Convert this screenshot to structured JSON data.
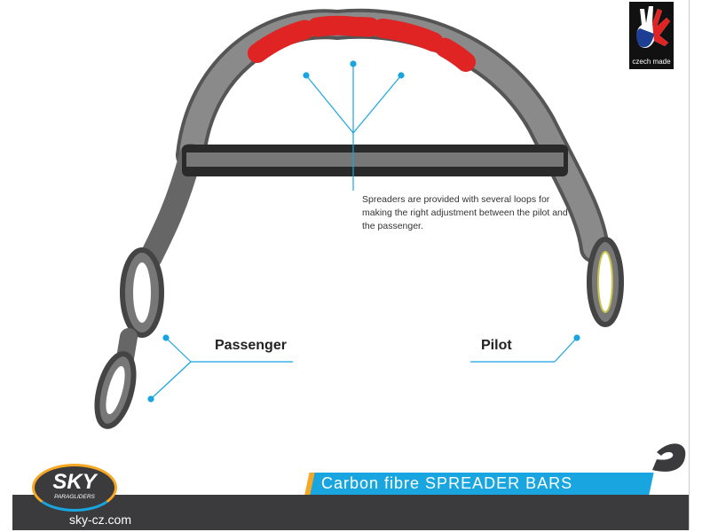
{
  "badge": {
    "text": "czech made"
  },
  "note": "Spreaders are provided with several loops for making the right adjustment between the pilot and the passenger.",
  "labels": {
    "passenger": "Passenger",
    "pilot": "Pilot"
  },
  "banner": {
    "title": "Carbon fibre SPREADER BARS"
  },
  "logo": {
    "main": "SKY",
    "sub": "PARAGLIDERS"
  },
  "footer": {
    "url": "sky-cz.com"
  },
  "colors": {
    "accent_blue": "#19a5e0",
    "accent_orange": "#f7a823",
    "dark": "#3b3b3d",
    "strap_red": "#e02424"
  }
}
